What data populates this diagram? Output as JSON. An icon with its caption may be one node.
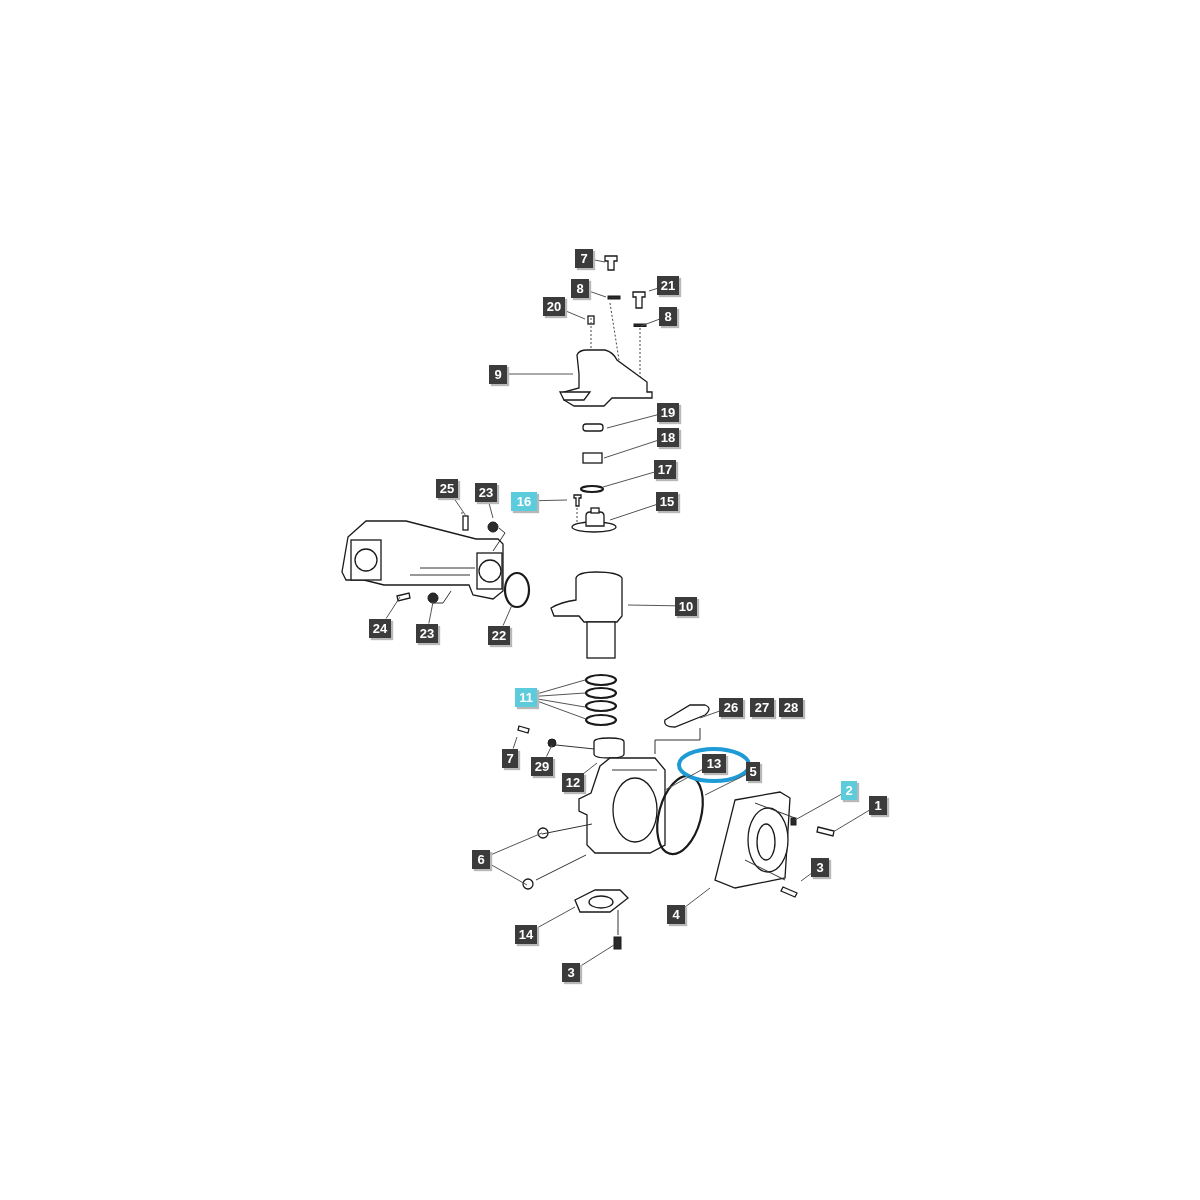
{
  "diagram": {
    "nodes": [
      {
        "text": [
          "7"
        ]
      },
      {
        "text": [
          "21"
        ]
      },
      {
        "text": [
          "8"
        ]
      },
      {
        "text": [
          "20"
        ]
      },
      {
        "text": [
          "8"
        ]
      },
      {
        "text": [
          "9"
        ]
      },
      {
        "text": [
          "19"
        ]
      },
      {
        "text": [
          "18"
        ]
      },
      {
        "text": [
          "17"
        ]
      },
      {
        "text": [
          "25"
        ]
      },
      {
        "text": [
          "23"
        ]
      },
      {
        "text": [
          "16"
        ]
      },
      {
        "text": [
          "15"
        ]
      },
      {
        "text": [
          "10"
        ]
      },
      {
        "text": [
          "24"
        ]
      },
      {
        "text": [
          "23"
        ]
      },
      {
        "text": [
          "22"
        ]
      },
      {
        "text": [
          "11"
        ]
      },
      {
        "text": [
          "26"
        ]
      },
      {
        "text": [
          "27"
        ]
      },
      {
        "text": [
          "28"
        ]
      },
      {
        "text": [
          "7"
        ]
      },
      {
        "text": [
          "29"
        ]
      },
      {
        "text": [
          "13"
        ]
      },
      {
        "text": [
          "5"
        ]
      },
      {
        "text": [
          "12"
        ]
      },
      {
        "text": [
          "2"
        ]
      },
      {
        "text": [
          "1"
        ]
      },
      {
        "text": [
          "6"
        ]
      },
      {
        "text": [
          "3"
        ]
      },
      {
        "text": [
          "4"
        ]
      },
      {
        "text": [
          "14"
        ]
      },
      {
        "text": [
          "3"
        ]
      }
    ],
    "edges": [
      {
        "from": 0,
        "to": null,
        "arrow": "none"
      },
      {
        "from": 1,
        "to": null,
        "arrow": "none"
      },
      {
        "from": 2,
        "to": null,
        "arrow": "none"
      },
      {
        "from": 3,
        "to": null,
        "arrow": "none"
      },
      {
        "from": 4,
        "to": null,
        "arrow": "none"
      },
      {
        "from": 5,
        "to": null,
        "arrow": "none"
      },
      {
        "from": 6,
        "to": null,
        "arrow": "none"
      },
      {
        "from": 7,
        "to": null,
        "arrow": "none"
      },
      {
        "from": 8,
        "to": null,
        "arrow": "none"
      },
      {
        "from": 9,
        "to": null,
        "arrow": "none"
      },
      {
        "from": 10,
        "to": null,
        "arrow": "none"
      },
      {
        "from": 11,
        "to": null,
        "arrow": "none"
      },
      {
        "from": 12,
        "to": null,
        "arrow": "none"
      },
      {
        "from": 13,
        "to": null,
        "arrow": "none"
      },
      {
        "from": 14,
        "to": null,
        "arrow": "none"
      },
      {
        "from": 15,
        "to": null,
        "arrow": "none"
      },
      {
        "from": 16,
        "to": null,
        "arrow": "none"
      },
      {
        "from": 17,
        "to": null,
        "arrow": "none"
      },
      {
        "from": 17,
        "to": null,
        "arrow": "none"
      },
      {
        "from": 17,
        "to": null,
        "arrow": "none"
      },
      {
        "from": 17,
        "to": null,
        "arrow": "none"
      },
      {
        "from": 18,
        "to": null,
        "arrow": "none"
      },
      {
        "from": 21,
        "to": null,
        "arrow": "none"
      },
      {
        "from": 22,
        "to": null,
        "arrow": "none"
      },
      {
        "from": 25,
        "to": null,
        "arrow": "none"
      },
      {
        "from": 23,
        "to": null,
        "arrow": "none"
      },
      {
        "from": 24,
        "to": null,
        "arrow": "none"
      },
      {
        "from": 26,
        "to": null,
        "arrow": "none"
      },
      {
        "from": 27,
        "to": null,
        "arrow": "none"
      },
      {
        "from": 28,
        "to": null,
        "arrow": "none"
      },
      {
        "from": 28,
        "to": null,
        "arrow": "none"
      },
      {
        "from": 29,
        "to": null,
        "arrow": "none"
      },
      {
        "from": 30,
        "to": null,
        "arrow": "none"
      },
      {
        "from": 31,
        "to": null,
        "arrow": "none"
      },
      {
        "from": 32,
        "to": null,
        "arrow": "none"
      }
    ]
  }
}
